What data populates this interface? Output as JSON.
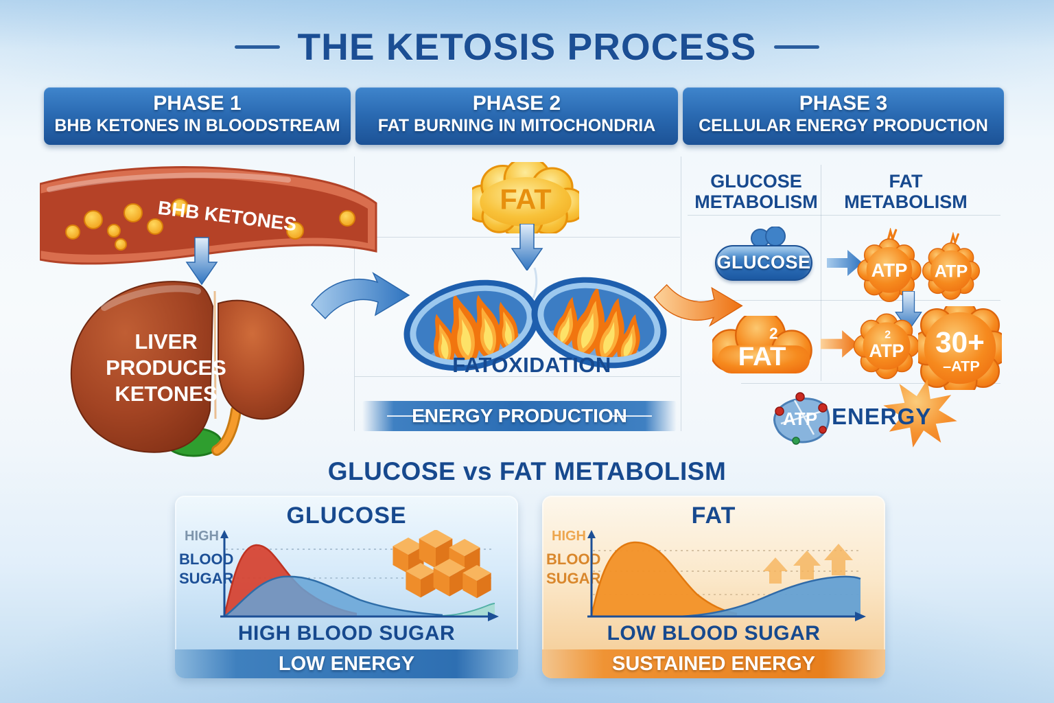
{
  "title": "THE KETOSIS PROCESS",
  "phase_headers": [
    {
      "name": "PHASE 1",
      "subtitle": "BHB KETONES IN BLOODSTREAM"
    },
    {
      "name": "PHASE 2",
      "subtitle": "FAT BURNING IN MITOCHONDRIA"
    },
    {
      "name": "PHASE 3",
      "subtitle": "CELLULAR ENERGY PRODUCTION"
    }
  ],
  "phase1": {
    "vessel_label": "BHB KETONES",
    "liver_line1": "LIVER",
    "liver_line2": "PRODUCES",
    "liver_line3": "KETONES"
  },
  "phase2": {
    "fat_label": "FAT",
    "caption": "FATOXIDATION",
    "banner": "ENERGY PRODUCTION"
  },
  "phase3": {
    "left_header_line1": "GLUCOSE",
    "left_header_line2": "METABOLISM",
    "right_header_line1": "FAT",
    "right_header_line2": "METABOLISM",
    "glucose_pill": "GLUCOSE",
    "glucose_atp1": "ATP",
    "glucose_atp2": "ATP",
    "fat_sup": "2",
    "fat_label": "FAT",
    "fat_atp_sup": "2",
    "fat_atp": "ATP",
    "big_atp_value": "30+",
    "big_atp_label": "–ATP",
    "molecule_label": "ATP",
    "energy_label": "ENERGY"
  },
  "comparison": {
    "section_title": "GLUCOSE vs FAT METABOLISM",
    "panels": [
      {
        "title": "GLUCOSE",
        "y_top": "HIGH",
        "y_mid": "BLOOD",
        "y_bottom": "SUGAR",
        "caption": "HIGH BLOOD SUGAR",
        "banner": "LOW ENERGY"
      },
      {
        "title": "FAT",
        "y_top": "HIGH",
        "y_mid": "BLOOD",
        "y_bottom": "SUGAR",
        "caption": "LOW BLOOD SUGAR",
        "banner": "SUSTAINED ENERGY"
      }
    ]
  },
  "colors": {
    "primary_blue": "#1b4e94",
    "banner_blue": "#2a6ab2",
    "accent_orange": "#ef7312",
    "ketone_yellow": "#f6b62b",
    "vessel_red": "#c7492a",
    "chart_red": "#d6402e",
    "chart_blue": "#5f9ed4"
  },
  "chart_data": [
    {
      "type": "area",
      "title": "GLUCOSE",
      "ylabel": "BLOOD SUGAR (HIGH at top)",
      "x": [
        0,
        1,
        2,
        3,
        4,
        5,
        6,
        7,
        8,
        9,
        10
      ],
      "series": [
        {
          "name": "blood sugar spike (red)",
          "values": [
            0.05,
            0.8,
            0.97,
            0.62,
            0.35,
            0.18,
            0.08,
            0.04,
            0.02,
            0.01,
            0.0
          ]
        },
        {
          "name": "energy (blue)",
          "values": [
            0.0,
            0.22,
            0.45,
            0.56,
            0.52,
            0.38,
            0.24,
            0.14,
            0.07,
            0.05,
            0.17
          ]
        }
      ],
      "caption": "HIGH BLOOD SUGAR",
      "banner": "LOW ENERGY",
      "grid": "two dashed horizontal reference lines",
      "annotations": [
        "sugar cubes illustration at upper right"
      ]
    },
    {
      "type": "area",
      "title": "FAT",
      "ylabel": "BLOOD SUGAR (HIGH at top)",
      "x": [
        0,
        1,
        2,
        3,
        4,
        5,
        6,
        7,
        8,
        9,
        10
      ],
      "series": [
        {
          "name": "blood sugar (orange)",
          "values": [
            0.1,
            0.72,
            0.98,
            0.82,
            0.45,
            0.2,
            0.08,
            0.02,
            0.01,
            0.0,
            0.0
          ]
        },
        {
          "name": "sustained energy (blue)",
          "values": [
            0.0,
            0.0,
            0.02,
            0.08,
            0.18,
            0.3,
            0.42,
            0.5,
            0.55,
            0.57,
            0.54
          ]
        }
      ],
      "caption": "LOW BLOOD SUGAR",
      "banner": "SUSTAINED ENERGY",
      "grid": "three dashed horizontal reference lines",
      "annotations": [
        "three rising arrows at upper right"
      ]
    }
  ]
}
